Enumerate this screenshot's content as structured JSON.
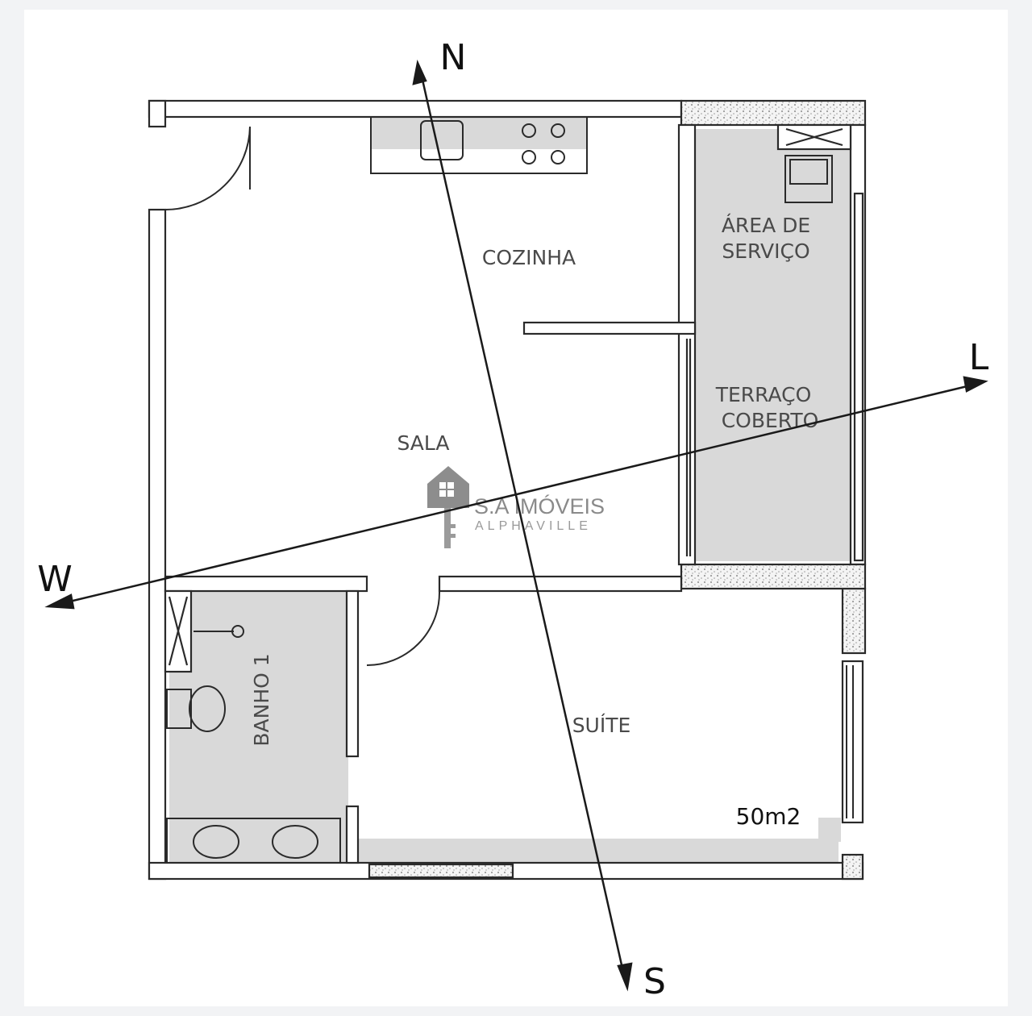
{
  "plan": {
    "rooms": {
      "cozinha": "COZINHA",
      "area_servico_line1": "ÁREA DE",
      "area_servico_line2": "SERVIÇO",
      "terraco_line1": "TERRAÇO",
      "terraco_line2": "COBERTO",
      "sala": "SALA",
      "banho": "BANHO 1",
      "suite": "SUÍTE"
    },
    "area": "50m2"
  },
  "compass": {
    "north": "N",
    "south": "S",
    "east": "L",
    "west": "W"
  },
  "watermark": {
    "brand": "S.A IMÓVEIS",
    "sub": "ALPHAVILLE"
  },
  "colors": {
    "wall": "#2a2a2a",
    "wet_area": "#d9d9d9",
    "background": "#ffffff"
  }
}
